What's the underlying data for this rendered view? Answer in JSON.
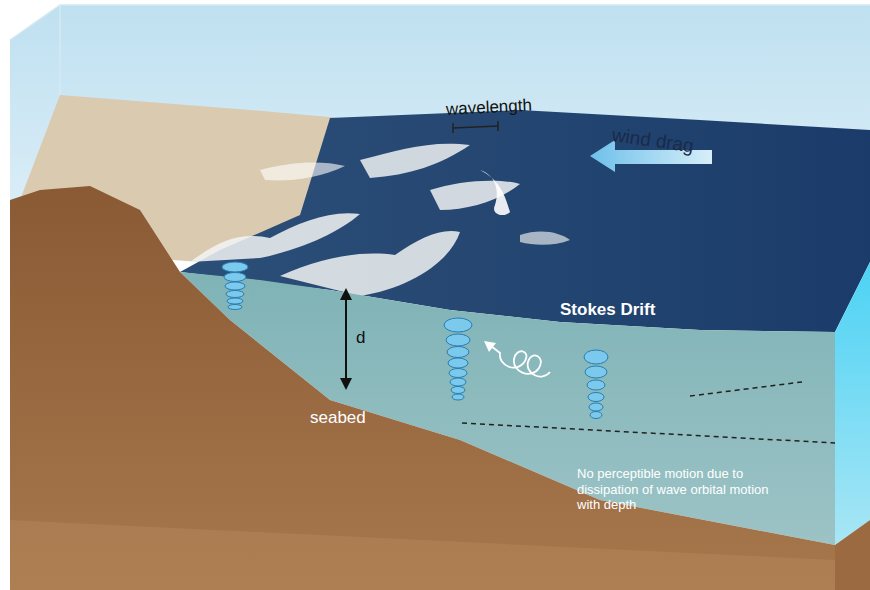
{
  "diagram": {
    "labels": [
      "wavelength",
      "wind drag",
      "Stokes Drift",
      "d",
      "seabed",
      "No perceptible motion due to dissipation of wave orbital motion with depth"
    ]
  }
}
